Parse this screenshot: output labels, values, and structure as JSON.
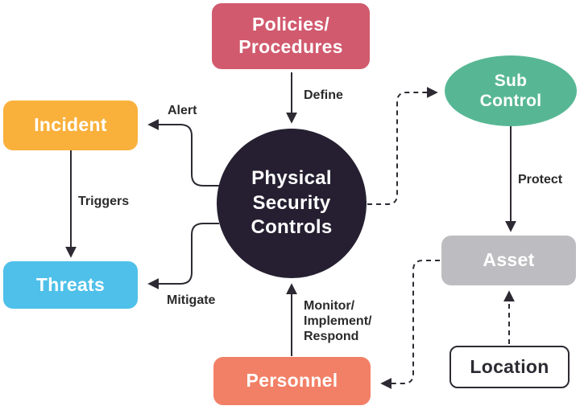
{
  "colors": {
    "policies": "#D15A6E",
    "incident": "#F9B13C",
    "threats": "#4EC0E9",
    "personnel": "#F28066",
    "sub_control": "#57B794",
    "asset": "#BDBDC1",
    "center_circle": "#251F31",
    "location_background": "#FFFFFF",
    "location_border": "#2E2A33",
    "arrow": "#2E2A33",
    "edge_label_text": "#2B2B2B",
    "node_text": "#FFFFFF"
  },
  "nodes": {
    "center": {
      "label": "Physical\nSecurity\nControls",
      "shape": "circle"
    },
    "policies": {
      "label": "Policies/\nProcedures",
      "shape": "rounded-rect"
    },
    "incident": {
      "label": "Incident",
      "shape": "rounded-rect"
    },
    "threats": {
      "label": "Threats",
      "shape": "rounded-rect"
    },
    "personnel": {
      "label": "Personnel",
      "shape": "rounded-rect"
    },
    "sub_control": {
      "label": "Sub\nControl",
      "shape": "ellipse"
    },
    "asset": {
      "label": "Asset",
      "shape": "rounded-rect"
    },
    "location": {
      "label": "Location",
      "shape": "outlined-rect"
    }
  },
  "edges": {
    "define": {
      "label": "Define",
      "from": "policies",
      "to": "center",
      "style": "solid"
    },
    "alert": {
      "label": "Alert",
      "from": "center",
      "to": "incident",
      "style": "solid"
    },
    "triggers": {
      "label": "Triggers",
      "from": "incident",
      "to": "threats",
      "style": "solid"
    },
    "mitigate": {
      "label": "Mitigate",
      "from": "center",
      "to": "threats",
      "style": "solid"
    },
    "monitor": {
      "label": "Monitor/\nImplement/\nRespond",
      "from": "personnel",
      "to": "center",
      "style": "solid"
    },
    "protect": {
      "label": "Protect",
      "from": "sub_control",
      "to": "asset",
      "style": "solid"
    },
    "center_to_sub_control": {
      "label": "",
      "from": "center",
      "to": "sub_control",
      "style": "dashed"
    },
    "asset_to_personnel": {
      "label": "",
      "from": "asset",
      "to": "personnel",
      "style": "dashed"
    },
    "location_to_asset": {
      "label": "",
      "from": "location",
      "to": "asset",
      "style": "dashed"
    }
  }
}
